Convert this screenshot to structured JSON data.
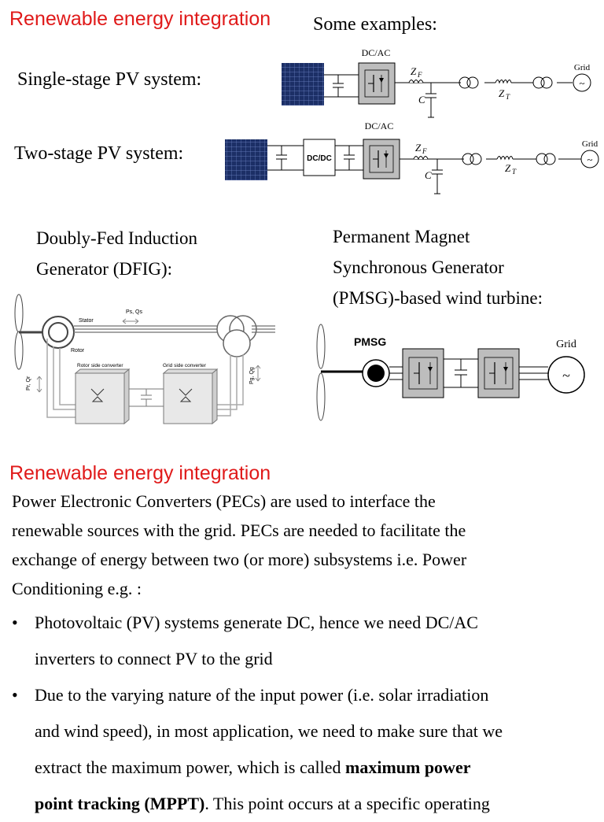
{
  "slide1": {
    "title": "Renewable energy integration",
    "subtitle": "Some examples:",
    "single_stage_label": "Single-stage PV system:",
    "two_stage_label": "Two-stage PV system:",
    "dfig_label_line1": "Doubly-Fed Induction",
    "dfig_label_line2": "Generator (DFIG):",
    "pmsg_label_line1": "Permanent Magnet",
    "pmsg_label_line2": "Synchronous Generator",
    "pmsg_label_line3": "(PMSG)-based wind turbine:",
    "diagram1": {
      "dcac": "DC/AC",
      "zf": "Z",
      "zf_sub": "F",
      "zt": "Z",
      "zt_sub": "T",
      "c": "C",
      "grid": "Grid"
    },
    "diagram2": {
      "dcdc": "DC/DC",
      "dcac": "DC/AC",
      "zf": "Z",
      "zf_sub": "F",
      "zt": "Z",
      "zt_sub": "T",
      "c": "C",
      "grid": "Grid"
    },
    "dfig": {
      "stator": "Stator",
      "rotor": "Rotor",
      "ps_qs": "Ps, Qs",
      "rotor_conv": "Rotor side converter",
      "grid_conv": "Grid side converter",
      "pr_qr": "Pr, Qr",
      "pg_qg": "Pg, Qg"
    },
    "pmsg": {
      "pmsg": "PMSG",
      "grid": "Grid"
    }
  },
  "slide2": {
    "title": "Renewable energy integration",
    "intro_line1": "Power Electronic Converters (PECs) are used to interface the",
    "intro_line2": "renewable sources with the grid. PECs are needed to facilitate the",
    "intro_line3": "exchange of energy between two (or more) subsystems i.e. Power",
    "intro_line4": "Conditioning e.g. :",
    "bullet_char": "•",
    "bullet1_line1": "Photovoltaic (PV) systems generate DC, hence we need DC/AC",
    "bullet1_line2": "inverters to connect PV to the grid",
    "bullet2_line1": "Due to the varying nature of the input power (i.e. solar irradiation",
    "bullet2_line2": "and wind speed), in most application, we need to make sure that we",
    "bullet2_line3_pre": "extract the maximum power, which is called ",
    "bullet2_line3_bold": "maximum power",
    "bullet2_line4_bold": "point tracking (MPPT)",
    "bullet2_line4_post": ". This point occurs at a specific operating"
  },
  "colors": {
    "title_red": "#e01a1a",
    "converter_gray": "#bdbdbd",
    "panel_blue": "#1c2f66"
  }
}
